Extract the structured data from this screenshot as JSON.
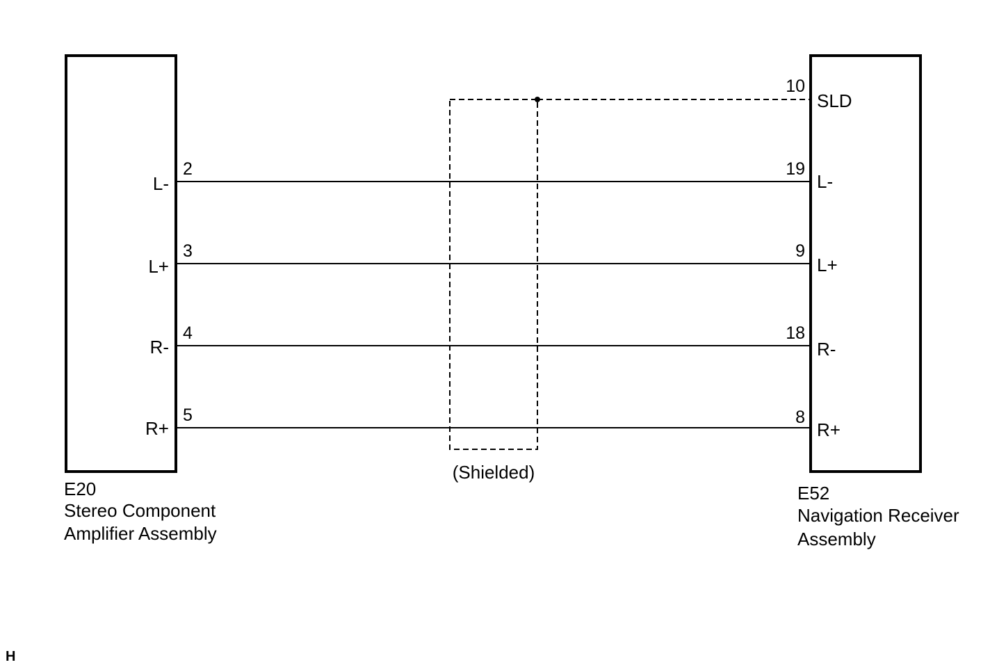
{
  "left_connector": {
    "code": "E20",
    "name_line1": "Stereo Component",
    "name_line2": "Amplifier Assembly",
    "pins": [
      {
        "number": "2",
        "signal": "L-"
      },
      {
        "number": "3",
        "signal": "L+"
      },
      {
        "number": "4",
        "signal": "R-"
      },
      {
        "number": "5",
        "signal": "R+"
      }
    ]
  },
  "right_connector": {
    "code": "E52",
    "name_line1": "Navigation Receiver",
    "name_line2": "Assembly",
    "shield_pin": {
      "number": "10",
      "signal": "SLD"
    },
    "pins": [
      {
        "number": "19",
        "signal": "L-"
      },
      {
        "number": "9",
        "signal": "L+"
      },
      {
        "number": "18",
        "signal": "R-"
      },
      {
        "number": "8",
        "signal": "R+"
      }
    ]
  },
  "shield": {
    "label": "(Shielded)"
  },
  "corner_mark": "H"
}
